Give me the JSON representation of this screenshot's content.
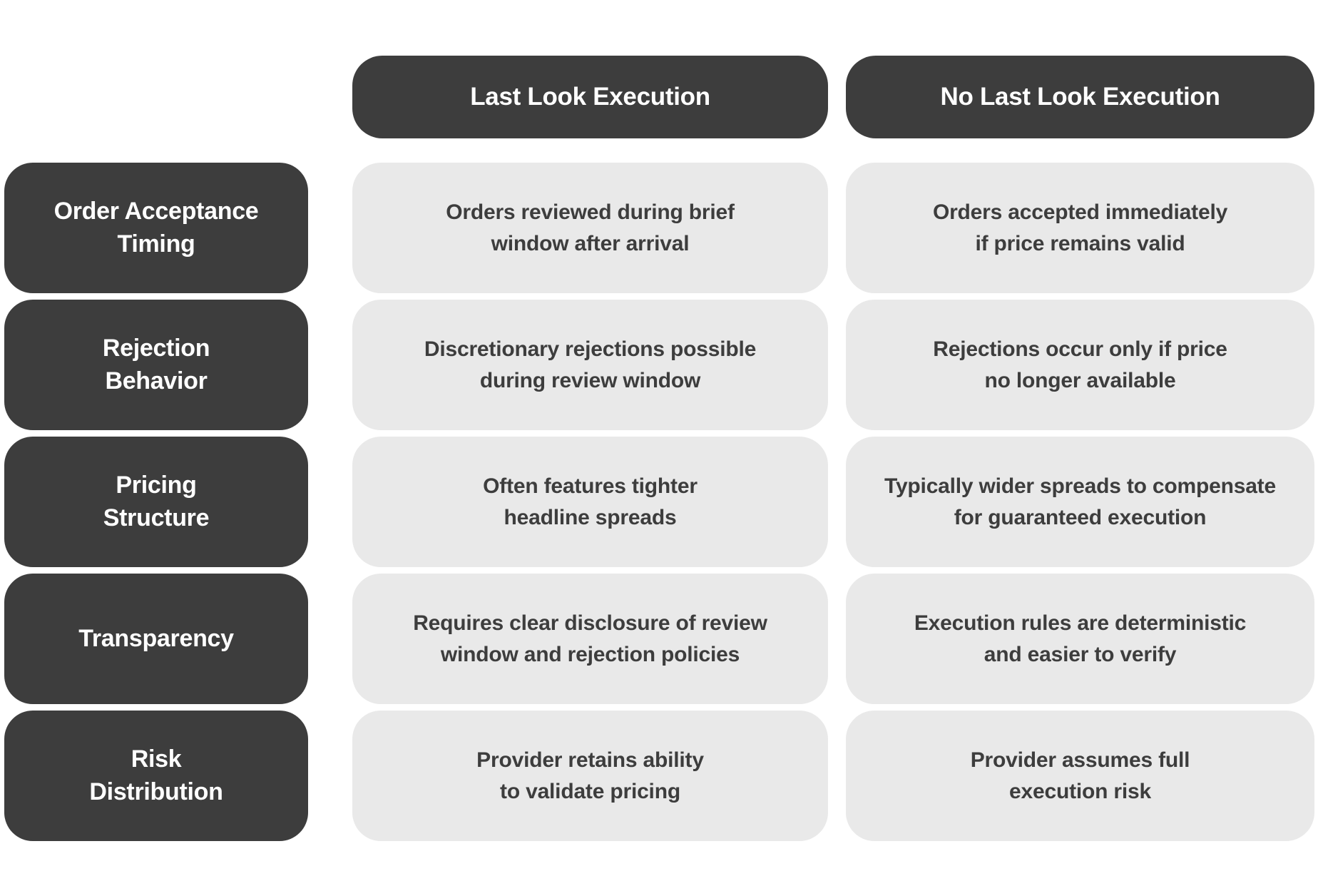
{
  "diagram": {
    "title_visible": false,
    "columns": [
      "Last Look Execution",
      "No Last Look Execution"
    ],
    "rows": [
      {
        "label": "Order Acceptance\nTiming",
        "last_look": "Orders reviewed during brief\nwindow after arrival",
        "no_last_look": "Orders accepted immediately\nif price remains valid"
      },
      {
        "label": "Rejection\nBehavior",
        "last_look": "Discretionary rejections possible\nduring review window",
        "no_last_look": "Rejections occur only if price\nno longer available"
      },
      {
        "label": "Pricing\nStructure",
        "last_look": "Often features tighter\nheadline spreads",
        "no_last_look": "Typically wider spreads to compensate\nfor guaranteed execution"
      },
      {
        "label": "Transparency",
        "last_look": "Requires clear disclosure of review\nwindow and rejection policies",
        "no_last_look": "Execution rules are deterministic\nand easier to verify"
      },
      {
        "label": "Risk\nDistribution",
        "last_look": "Provider retains ability\nto validate pricing",
        "no_last_look": "Provider assumes full\nexecution risk"
      }
    ],
    "colors": {
      "dark_box": "#3d3d3d",
      "light_cell": "#e9e9e9",
      "background": "#ffffff",
      "header_text": "#ffffff",
      "cell_text": "#3d3d3d"
    }
  }
}
